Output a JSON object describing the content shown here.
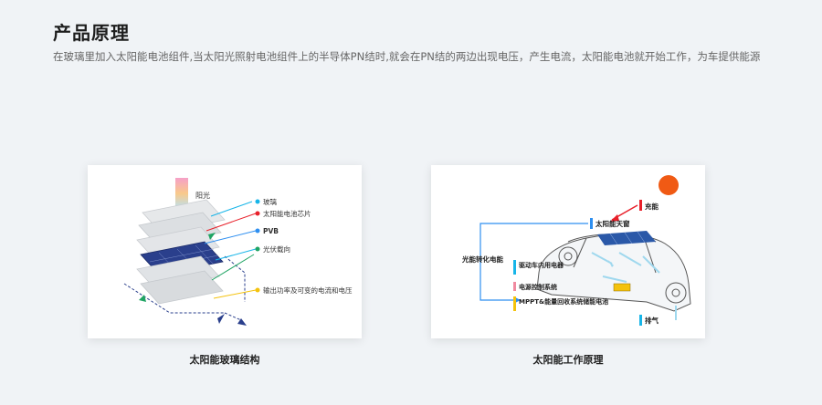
{
  "section": {
    "title": "产品原理",
    "description": "在玻璃里加入太阳能电池组件,当太阳光照射电池组件上的半导体PN结时,就会在PN结的两边出现电压，产生电流，太阳能电池就开始工作，为车提供能源"
  },
  "glass_diagram": {
    "caption": "太阳能玻璃结构",
    "sun_label": "阳光",
    "layers": [
      "玻璃",
      "太阳能电池芯片",
      "PVB",
      "光伏载向",
      "输出功率及可变的电流和电压"
    ]
  },
  "work_diagram": {
    "caption": "太阳能工作原理",
    "charge_label": "充能",
    "roof_label": "太阳能天窗",
    "convert_label": "光能转化电能",
    "drive_label": "驱动车内用电器",
    "control_label": "电源控制系统",
    "mppt_label": "MPPT&能量回收系统储能电池",
    "exhaust_label": "排气"
  },
  "colors": {
    "accent_blue": "#2e8ff0",
    "accent_red": "#e8202a",
    "accent_cyan": "#17b5e8",
    "accent_yellow": "#f4c20d",
    "accent_pink": "#f08aa0",
    "sun_orange": "#f05a14"
  }
}
